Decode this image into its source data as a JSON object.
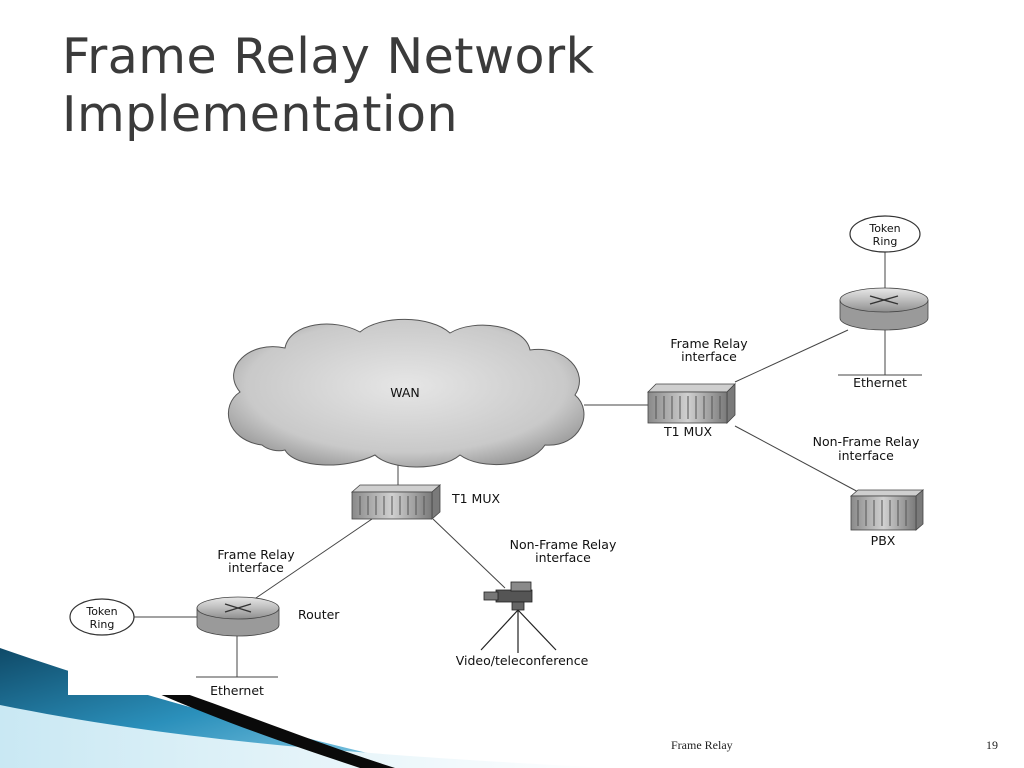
{
  "slide": {
    "title_line1": "Frame Relay Network",
    "title_line2": "Implementation",
    "footer_text": "Frame Relay",
    "page_number": "19"
  },
  "diagram": {
    "wan": "WAN",
    "t1_mux_top": "T1 MUX",
    "t1_mux_center": "T1 MUX",
    "fr_interface_top_line1": "Frame Relay",
    "fr_interface_top_line2": "interface",
    "nonfr_interface_right_line1": "Non-Frame Relay",
    "nonfr_interface_right_line2": "interface",
    "token_ring_top_line1": "Token",
    "token_ring_top_line2": "Ring",
    "ethernet_top": "Ethernet",
    "pbx": "PBX",
    "fr_interface_left_line1": "Frame Relay",
    "fr_interface_left_line2": "interface",
    "nonfr_interface_mid_line1": "Non-Frame Relay",
    "nonfr_interface_mid_line2": "interface",
    "router": "Router",
    "token_ring_left_line1": "Token",
    "token_ring_left_line2": "Ring",
    "ethernet_bottom": "Ethernet",
    "video": "Video/teleconference"
  },
  "colors": {
    "title": "#3b3b3b",
    "accent_dark": "#0d3f5a",
    "accent_mid": "#1d83ae",
    "accent_light": "#8fd0ea"
  }
}
